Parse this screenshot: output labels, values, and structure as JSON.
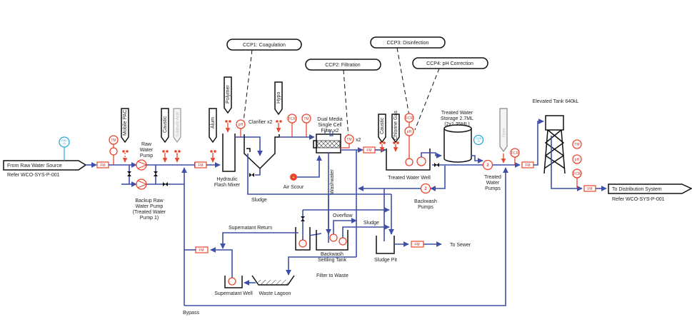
{
  "diagram": {
    "title": "Water Treatment Process Flow Diagram",
    "colors": {
      "pipe": "#3f4fa8",
      "dosing": "#e8452c",
      "instrument": "#e8452c",
      "sampling": "#29a8e0",
      "equipment": "#111111"
    },
    "ccps": {
      "ccp1": "CCP1: Coagulation",
      "ccp2": "CCP2: Filtration",
      "ccp3": "CCP3: Disinfection",
      "ccp4": "CCP4: pH Correction"
    },
    "source": {
      "label": "From Raw Water Source",
      "ref": "Refer WCO-SYS-P-001",
      "sample_tag_line1": "RSD",
      "sample_tag_line2": "13"
    },
    "destination": {
      "label": "To Distribution System",
      "ref": "Refer WCO-SYS-P-001"
    },
    "chemicals": {
      "mobile_pac": "Mobile PAC",
      "caustic1": "Caustic",
      "sulphuric_acid": "Sulphuric Acid",
      "alum": "Alum",
      "polymer": "Polymer",
      "hypo1": "Hypo",
      "caustic2": "Caustic",
      "chlorine_gas": "Chlorine Gas",
      "hypo2": "Hypo"
    },
    "instruments": {
      "tm": "TM",
      "ph": "pH",
      "fcr": "FCR",
      "fm": "FM",
      "x2": "x2",
      "tw_sample_line1": "CQW",
      "tw_sample_line2": "13"
    },
    "equipment": {
      "raw_pump": [
        "Raw",
        "Water",
        "Pump"
      ],
      "backup_pump": [
        "Backup Raw",
        "Water Pump",
        "(Treated Water",
        "Pump 1)"
      ],
      "flash_mixer": [
        "Hydraulic",
        "Flash Mixer"
      ],
      "clarifier": "Clarifier x2",
      "filter": [
        "Dual Media",
        "Single Cell",
        "Filter x2"
      ],
      "air_scour": "Air Scour",
      "washwater": "Washwater",
      "treated_well": "Treated Water Well",
      "storage": [
        "Treated Water",
        "Storage 2.7ML",
        "(2x1.35ML)"
      ],
      "treated_pumps": [
        "Treated",
        "Water",
        "Pumps"
      ],
      "backwash_pumps": [
        "Backwash",
        "Pumps"
      ],
      "elevated_tank": "Elevated Tank 640kL",
      "settling_tank": [
        "Backwash",
        "Settling Tank"
      ],
      "sludge_pit": "Sludge Pit",
      "supernatant_well": "Supernatant Well",
      "waste_lagoon": "Waste Lagoon",
      "pump_count": "2"
    },
    "flows": {
      "sludge1": "Sludge",
      "sludge2": "Sludge",
      "overflow": "Overflow",
      "supernatant_return": "Supernatant Return",
      "filter_to_waste": "Filter to Waste",
      "to_sewer": "To Sewer",
      "bypass": "Bypass"
    }
  }
}
